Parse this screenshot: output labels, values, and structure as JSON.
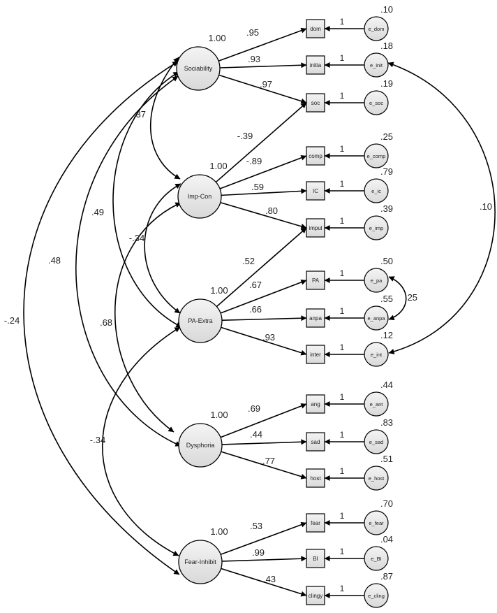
{
  "latents": [
    {
      "id": "soc_lv",
      "label": "Sociability",
      "variance": "1.00"
    },
    {
      "id": "imp_lv",
      "label": "Imp-Con",
      "variance": "1.00"
    },
    {
      "id": "pa_lv",
      "label": "PA-Extra",
      "variance": "1.00"
    },
    {
      "id": "dys_lv",
      "label": "Dysphoria",
      "variance": "1.00"
    },
    {
      "id": "fi_lv",
      "label": "Fear-Inhibit",
      "variance": "1.00"
    }
  ],
  "indicators": [
    {
      "id": "dom",
      "label": "dom",
      "error": "e_dom",
      "error_variance": ".10",
      "error_path": "1"
    },
    {
      "id": "initia",
      "label": "initia",
      "error": "e_init",
      "error_variance": ".18",
      "error_path": "1"
    },
    {
      "id": "soc",
      "label": "soc",
      "error": "e_soc",
      "error_variance": ".19",
      "error_path": "1"
    },
    {
      "id": "comp",
      "label": "comp",
      "error": "e_comp",
      "error_variance": ".25",
      "error_path": "1"
    },
    {
      "id": "ic",
      "label": "IC",
      "error": "e_ic",
      "error_variance": ".79",
      "error_path": "1"
    },
    {
      "id": "impul",
      "label": "impul",
      "error": "e_imp",
      "error_variance": ".39",
      "error_path": "1"
    },
    {
      "id": "pa",
      "label": "PA",
      "error": "e_pa",
      "error_variance": ".50",
      "error_path": "1"
    },
    {
      "id": "anpa",
      "label": "anpa",
      "error": "e_anpa",
      "error_variance": ".55",
      "error_path": "1"
    },
    {
      "id": "inter",
      "label": "inter",
      "error": "e_int",
      "error_variance": ".12",
      "error_path": "1"
    },
    {
      "id": "ang",
      "label": "ang",
      "error": "e_ant",
      "error_variance": ".44",
      "error_path": "1"
    },
    {
      "id": "sad",
      "label": "sad",
      "error": "e_sad",
      "error_variance": ".83",
      "error_path": "1"
    },
    {
      "id": "host",
      "label": "host",
      "error": "e_host",
      "error_variance": ".51",
      "error_path": "1"
    },
    {
      "id": "fear",
      "label": "fear",
      "error": "e_fear",
      "error_variance": ".70",
      "error_path": "1"
    },
    {
      "id": "bi",
      "label": "BI",
      "error": "e_BI",
      "error_variance": ".04",
      "error_path": "1"
    },
    {
      "id": "clingy",
      "label": "clingy",
      "error": "e_cling",
      "error_variance": ".87",
      "error_path": "1"
    }
  ],
  "loadings": [
    {
      "from": "soc_lv",
      "to": "dom",
      "value": ".95"
    },
    {
      "from": "soc_lv",
      "to": "initia",
      "value": ".93"
    },
    {
      "from": "soc_lv",
      "to": "soc",
      "value": ".97"
    },
    {
      "from": "imp_lv",
      "to": "soc",
      "value": "-.39"
    },
    {
      "from": "imp_lv",
      "to": "comp",
      "value": "-.89"
    },
    {
      "from": "imp_lv",
      "to": "ic",
      "value": ".59"
    },
    {
      "from": "imp_lv",
      "to": "impul",
      "value": ".80"
    },
    {
      "from": "pa_lv",
      "to": "impul",
      "value": ".52"
    },
    {
      "from": "pa_lv",
      "to": "pa",
      "value": ".67"
    },
    {
      "from": "pa_lv",
      "to": "anpa",
      "value": ".66"
    },
    {
      "from": "pa_lv",
      "to": "inter",
      "value": ".93"
    },
    {
      "from": "dys_lv",
      "to": "ang",
      "value": ".69"
    },
    {
      "from": "dys_lv",
      "to": "sad",
      "value": ".44"
    },
    {
      "from": "dys_lv",
      "to": "host",
      "value": ".77"
    },
    {
      "from": "fi_lv",
      "to": "fear",
      "value": ".53"
    },
    {
      "from": "fi_lv",
      "to": "bi",
      "value": ".99"
    },
    {
      "from": "fi_lv",
      "to": "clingy",
      "value": ".43"
    }
  ],
  "correlations": [
    {
      "between": [
        "soc_lv",
        "imp_lv"
      ],
      "value": ".37"
    },
    {
      "between": [
        "soc_lv",
        "pa_lv"
      ],
      "value": ".49"
    },
    {
      "between": [
        "soc_lv",
        "dys_lv"
      ],
      "value": ".48"
    },
    {
      "between": [
        "soc_lv",
        "fi_lv"
      ],
      "value": "-.24"
    },
    {
      "between": [
        "imp_lv",
        "pa_lv"
      ],
      "value": "-.34"
    },
    {
      "between": [
        "imp_lv",
        "dys_lv"
      ],
      "value": ".68"
    },
    {
      "between": [
        "pa_lv",
        "fi_lv"
      ],
      "value": "-.34"
    },
    {
      "between": [
        "e_init",
        "e_int"
      ],
      "value": ".10"
    },
    {
      "between": [
        "e_pa",
        "e_anpa"
      ],
      "value": ".25"
    }
  ]
}
